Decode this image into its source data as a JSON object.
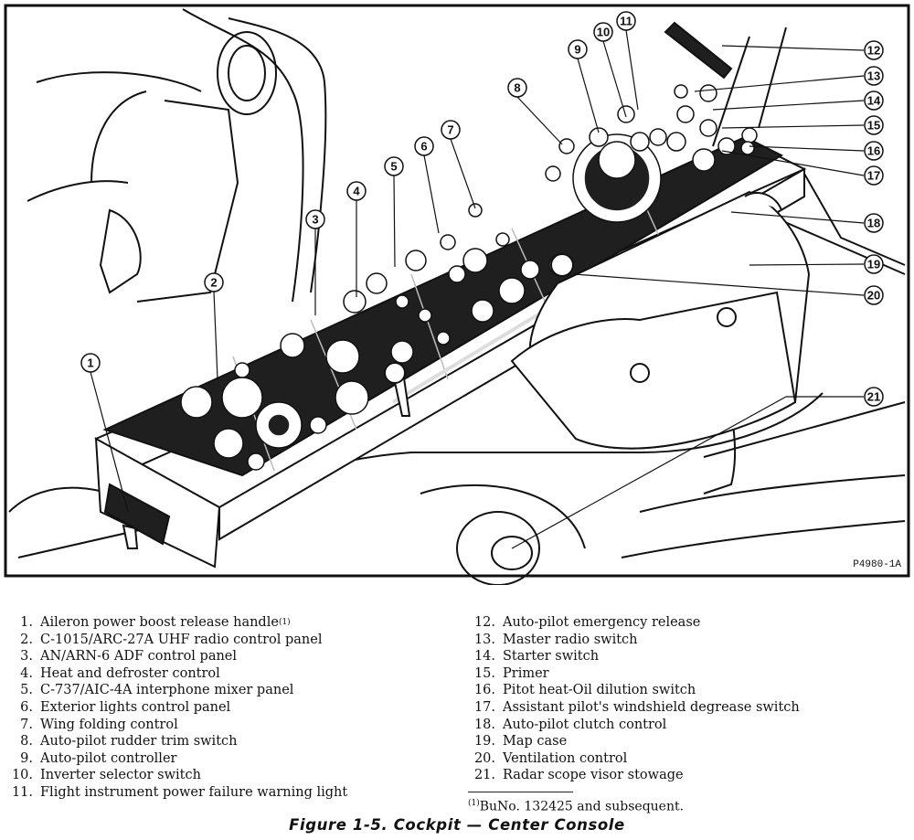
{
  "figure": {
    "caption": "Figure 1-5.    Cockpit — Center Console",
    "drawing_code": "P4980-1A"
  },
  "callouts": [
    "1",
    "2",
    "3",
    "4",
    "5",
    "6",
    "7",
    "8",
    "9",
    "10",
    "11",
    "12",
    "13",
    "14",
    "15",
    "16",
    "17",
    "18",
    "19",
    "20",
    "21"
  ],
  "legend": {
    "left": [
      {
        "num": "1.",
        "text": "Aileron power boost release handle",
        "note": "(1)"
      },
      {
        "num": "2.",
        "text": "C-1015/ARC-27A UHF radio control panel"
      },
      {
        "num": "3.",
        "text": "AN/ARN-6 ADF control panel"
      },
      {
        "num": "4.",
        "text": "Heat and defroster control"
      },
      {
        "num": "5.",
        "text": "C-737/AIC-4A interphone mixer panel"
      },
      {
        "num": "6.",
        "text": "Exterior lights control panel"
      },
      {
        "num": "7.",
        "text": "Wing folding control"
      },
      {
        "num": "8.",
        "text": "Auto-pilot rudder trim switch"
      },
      {
        "num": "9.",
        "text": "Auto-pilot controller"
      },
      {
        "num": "10.",
        "text": "Inverter selector switch"
      },
      {
        "num": "11.",
        "text": "Flight instrument power failure warning light"
      }
    ],
    "right": [
      {
        "num": "12.",
        "text": "Auto-pilot emergency release"
      },
      {
        "num": "13.",
        "text": "Master radio switch"
      },
      {
        "num": "14.",
        "text": "Starter switch"
      },
      {
        "num": "15.",
        "text": "Primer"
      },
      {
        "num": "16.",
        "text": "Pitot heat-Oil dilution switch"
      },
      {
        "num": "17.",
        "text": "Assistant pilot's windshield degrease switch"
      },
      {
        "num": "18.",
        "text": "Auto-pilot clutch control"
      },
      {
        "num": "19.",
        "text": "Map case"
      },
      {
        "num": "20.",
        "text": "Ventilation control"
      },
      {
        "num": "21.",
        "text": "Radar scope visor stowage"
      }
    ],
    "footnote": {
      "mark": "(1)",
      "text": "BuNo. 132425 and subsequent."
    }
  }
}
